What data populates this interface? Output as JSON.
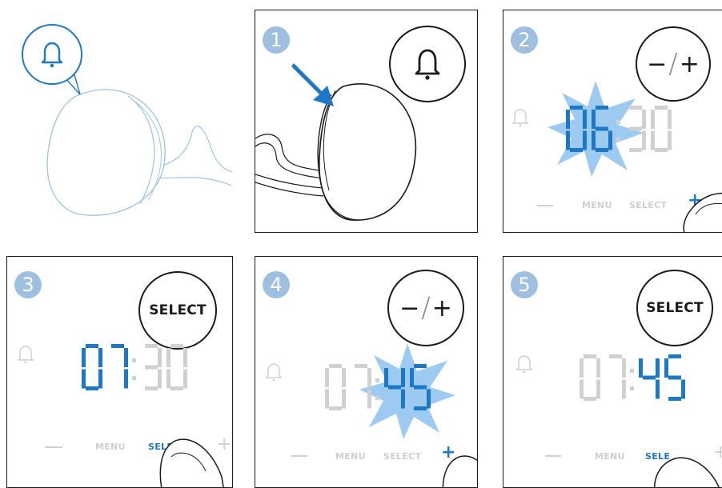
{
  "steps": [
    {
      "number": "1",
      "callout": "alarm-bell"
    },
    {
      "number": "2",
      "callout": {
        "minus": "−",
        "slash": "/",
        "plus": "+"
      },
      "time": "06:30",
      "highlight": "hours",
      "active": "plus"
    },
    {
      "number": "3",
      "callout": "SELECT",
      "time": "07:30",
      "highlight": "hours",
      "active": "select"
    },
    {
      "number": "4",
      "callout": {
        "minus": "−",
        "slash": "/",
        "plus": "+"
      },
      "time": "07:45",
      "highlight": "minutes",
      "active": "plus"
    },
    {
      "number": "5",
      "callout": "SELECT",
      "time": "07:45",
      "highlight": "minutes",
      "active": "select"
    }
  ],
  "controls": {
    "menu": "MENU",
    "select": "SELECT",
    "select_cropped": "SELE",
    "plus": "+"
  },
  "colors": {
    "accent": "#1e78c8",
    "step_badge": "#9fbfe0",
    "inactive": "#d0d0d0",
    "burst": "#9ccaf0",
    "line": "#1a1a1a"
  }
}
